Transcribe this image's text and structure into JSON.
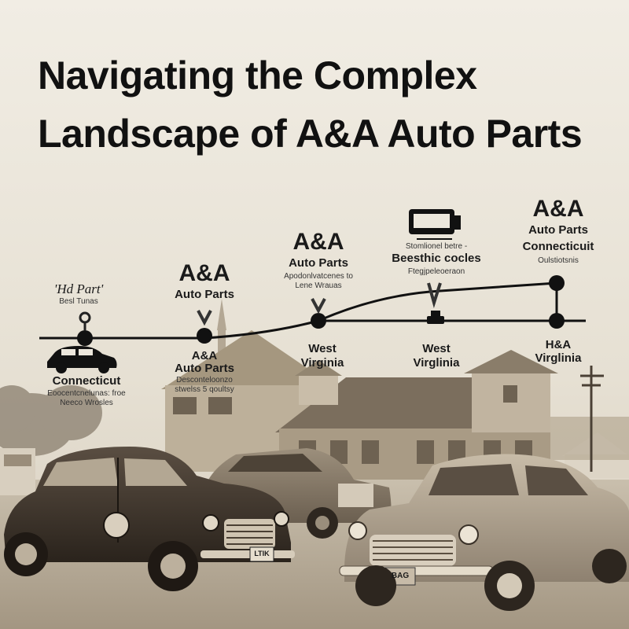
{
  "title": {
    "line1": "Navigating the Complex",
    "line2": "Landscape of A&A Auto Parts"
  },
  "icons": [
    "map-pin-icon",
    "car-icon",
    "chevron-down-icon",
    "truck-icon",
    "cursor-icon"
  ],
  "colors": {
    "ink": "#1a1a1a",
    "sepia_sky": "#ece7dc",
    "sepia_ground": "#b8ab96"
  },
  "timeline": {
    "left": {
      "name": "'Hd Part'",
      "sub": "Besl Tunas",
      "place": "Connecticut",
      "note1": "Eoocentcnelunas: froe",
      "note2": "Neeco Wrosles"
    },
    "node1_above": {
      "brand": "A&A",
      "line": "Auto Parts"
    },
    "node1_below": {
      "brand": "A&A",
      "line": "Auto Parts",
      "note1": "Desconteloonzo",
      "note2": "stwelss 5 qoultsy"
    },
    "node2_above": {
      "brand": "A&A",
      "line": "Auto Parts",
      "note1": "Apodonlvatcenes to",
      "note2": "Lene Wrauas"
    },
    "node2_below": {
      "place1": "West",
      "place2": "Virginia"
    },
    "node3_above": {
      "note1": "Stomlionel betre -",
      "line": "Beesthic cocles",
      "note2": "Ftegjpeleoeraon"
    },
    "node3_below": {
      "place1": "West",
      "place2": "Virglinia"
    },
    "node4_above": {
      "brand": "A&A",
      "line1": "Auto Parts",
      "line2": "Connecticuit",
      "note": "Oulstiotsnis"
    },
    "node4_below": {
      "place1": "H&A",
      "place2": "Virglinia"
    }
  },
  "car_plates": {
    "left": "LTIK",
    "right": "BAG"
  }
}
